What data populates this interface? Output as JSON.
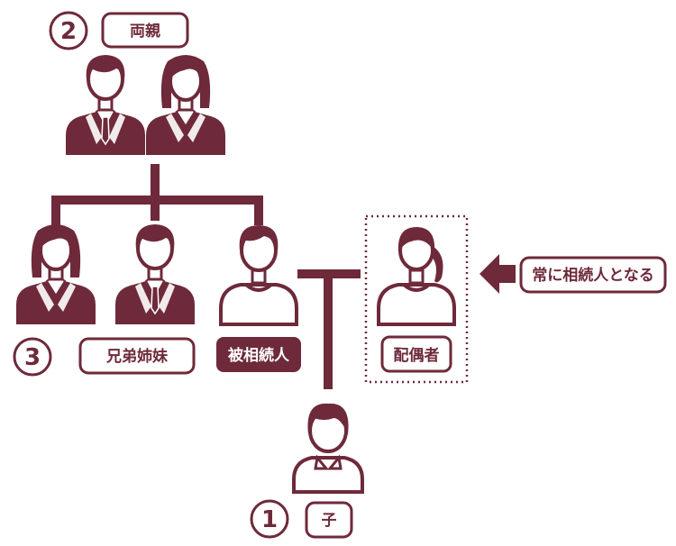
{
  "colors": {
    "primary": "#6e2a3a",
    "text_on_primary": "#ffffff",
    "background": "#ffffff"
  },
  "priority_numbers": {
    "children": "1",
    "parents": "2",
    "siblings": "3"
  },
  "labels": {
    "parents": "両親",
    "siblings": "兄弟姉妹",
    "decedent": "被相続人",
    "spouse": "配偶者",
    "child": "子",
    "spouse_note": "常に相続人となる"
  },
  "icons": {
    "father": "person-male-suit-icon",
    "mother": "person-female-suit-icon",
    "sister": "person-female-suit-icon",
    "brother": "person-male-suit-icon",
    "decedent": "person-male-casual-icon",
    "spouse": "person-female-casual-icon",
    "child": "person-child-icon",
    "arrow": "arrow-left-icon"
  }
}
